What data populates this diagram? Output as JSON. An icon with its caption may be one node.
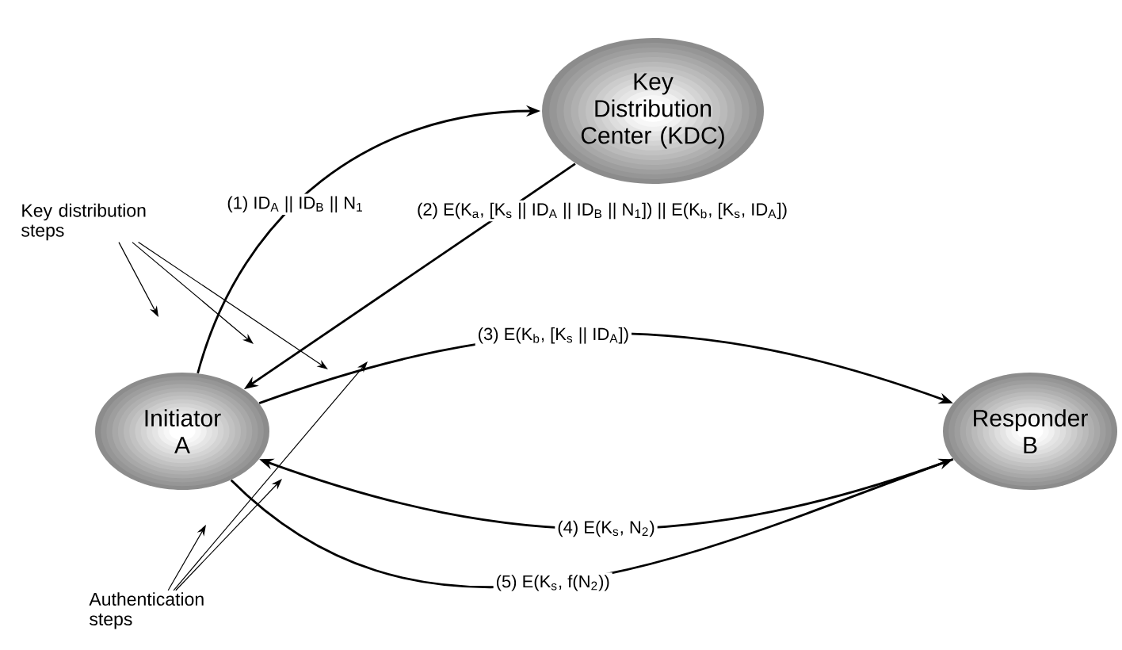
{
  "diagram": {
    "nodes": [
      {
        "text": [
          "Key Distribution Center (KDC)"
        ]
      },
      {
        "text": [
          "Initiator A"
        ]
      },
      {
        "text": [
          "Responder B"
        ]
      },
      {
        "text": [
          "Key distribution steps"
        ]
      },
      {
        "text": [
          "Authentication steps"
        ]
      }
    ],
    "edges": [
      {
        "from": 1,
        "to": 0,
        "arrow": "to",
        "label": "(1) ID$_{A}$ || ID$_{B}$ || N$_{1}$"
      },
      {
        "from": 0,
        "to": 1,
        "arrow": "to",
        "label": "(2) E(K$_{a}$, [K$_{s}$ || ID$_{A}$ || ID$_{B}$ || N$_{1}$]) || E(K$_{b}$, [K$_{s}$, ID$_{A}$])"
      },
      {
        "from": 1,
        "to": 2,
        "arrow": "to",
        "label": "(3) E(K$_{b}$, [K$_{s}$ || ID$_{A}$])"
      },
      {
        "from": 2,
        "to": 1,
        "arrow": "to",
        "label": "(4) E(K$_{s}$, N$_{2}$)"
      },
      {
        "from": 1,
        "to": 2,
        "arrow": "to",
        "label": "(5) E(K$_{s}$, f(N$_{2}$))"
      },
      {
        "from": 3,
        "to": null,
        "arrow": "to"
      },
      {
        "from": 3,
        "to": null,
        "arrow": "to"
      },
      {
        "from": 3,
        "to": null,
        "arrow": "to"
      },
      {
        "from": 4,
        "to": null,
        "arrow": "to"
      },
      {
        "from": 4,
        "to": null,
        "arrow": "to"
      },
      {
        "from": 4,
        "to": null,
        "arrow": "to"
      }
    ]
  }
}
